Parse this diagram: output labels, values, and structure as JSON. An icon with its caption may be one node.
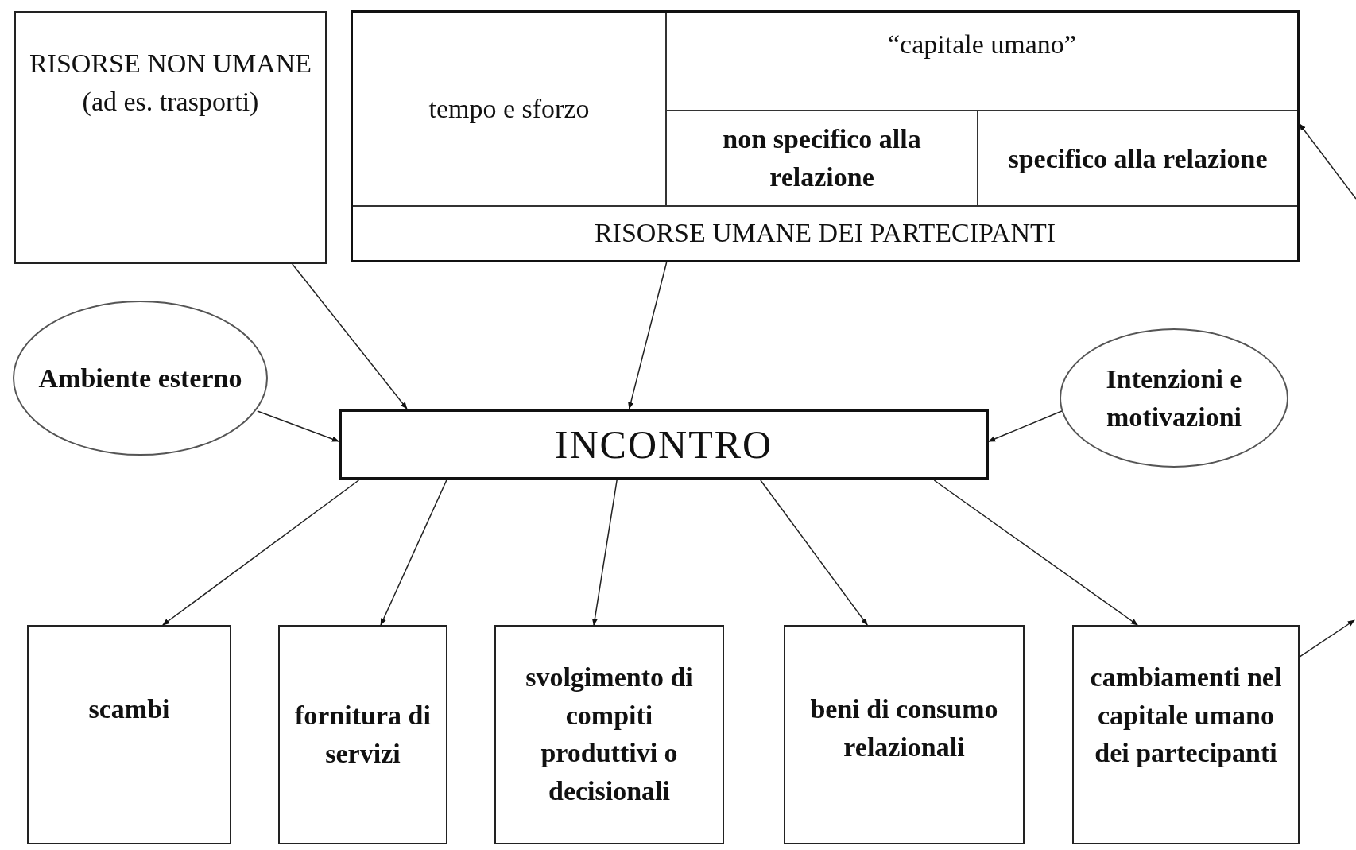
{
  "diagram": {
    "nodes": [
      {
        "text": [
          "RISORSE NON UMANE (ad es. trasporti)"
        ]
      },
      {
        "text": [
          "RISORSE UMANE DEI PARTECIPANTI"
        ]
      },
      {
        "text": [
          "tempo e sforzo"
        ],
        "in": 1
      },
      {
        "text": [
          "“capitale umano”"
        ],
        "in": 1
      },
      {
        "text": [
          "non specifico alla relazione"
        ],
        "in": 3
      },
      {
        "text": [
          "specifico alla relazione"
        ],
        "in": 3
      },
      {
        "text": [
          "Ambiente esterno"
        ]
      },
      {
        "text": [
          "INCONTRO"
        ]
      },
      {
        "text": [
          "Intenzioni e motivazioni"
        ]
      },
      {
        "text": [
          "scambi"
        ]
      },
      {
        "text": [
          "fornitura di servizi"
        ]
      },
      {
        "text": [
          "svolgimento di compiti produttivi o decisionali"
        ]
      },
      {
        "text": [
          "beni di consumo relazionali"
        ]
      },
      {
        "text": [
          "cambiamenti nel capitale umano dei partecipanti"
        ]
      }
    ],
    "edges": [
      {
        "from": 0,
        "to": 7,
        "arrow": "to"
      },
      {
        "from": 1,
        "to": 7,
        "arrow": "to"
      },
      {
        "from": 6,
        "to": 7,
        "arrow": "to"
      },
      {
        "from": 8,
        "to": 7,
        "arrow": "to"
      },
      {
        "from": 7,
        "to": 9,
        "arrow": "to"
      },
      {
        "from": 7,
        "to": 10,
        "arrow": "to"
      },
      {
        "from": 7,
        "to": 11,
        "arrow": "to"
      },
      {
        "from": 7,
        "to": 12,
        "arrow": "to"
      },
      {
        "from": 7,
        "to": 13,
        "arrow": "to"
      },
      {
        "from": 13,
        "to": null,
        "arrow": "to"
      },
      {
        "from": null,
        "to": 1,
        "arrow": "to"
      }
    ]
  }
}
